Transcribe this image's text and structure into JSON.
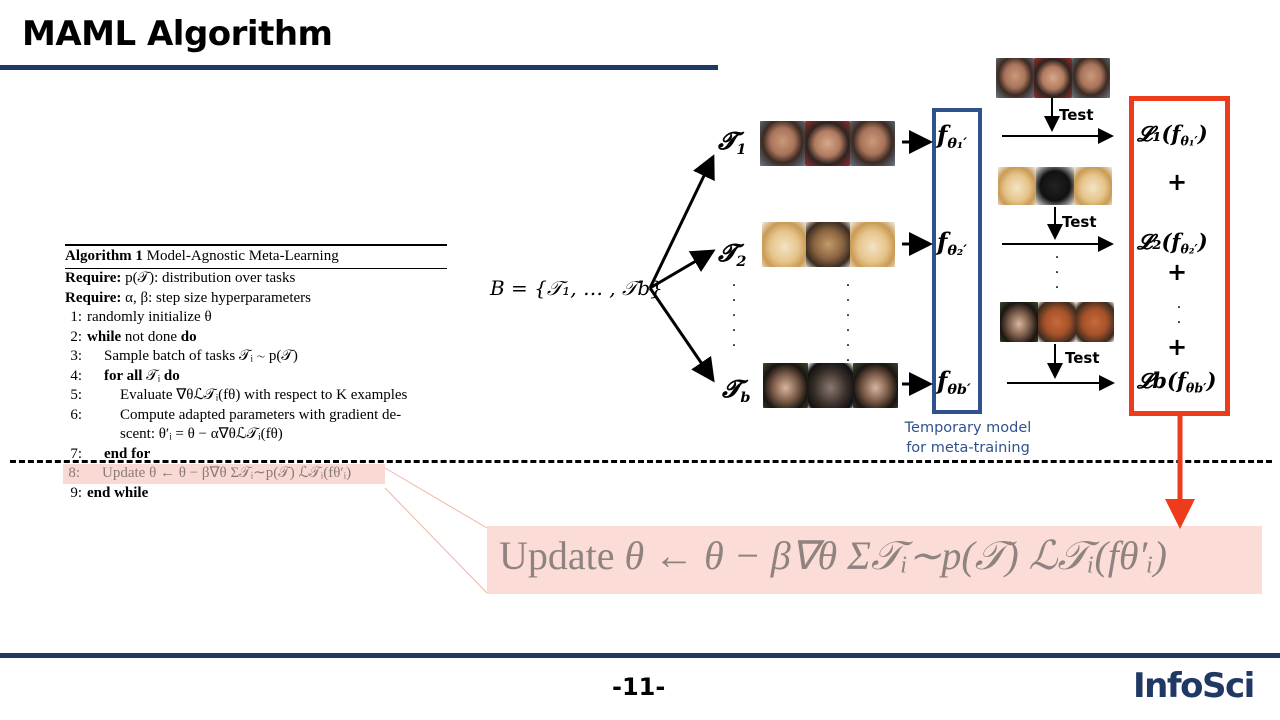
{
  "slide": {
    "title": "MAML Algorithm",
    "page_number": "-11-",
    "logo_text": "InfoSci"
  },
  "algorithm": {
    "header_label": "Algorithm 1",
    "header_name": "Model-Agnostic Meta-Learning",
    "require1_kw": "Require:",
    "require1_text": "p(𝒯): distribution over tasks",
    "require2_kw": "Require:",
    "require2_text": "α, β: step size hyperparameters",
    "lines": [
      {
        "num": "1:",
        "text": "randomly initialize θ"
      },
      {
        "num": "2:",
        "kw": "while",
        "text": "not done",
        "kw2": "do"
      },
      {
        "num": "3:",
        "text": "Sample batch of tasks 𝒯ᵢ ∼ p(𝒯)"
      },
      {
        "num": "4:",
        "kw": "for all",
        "text": "𝒯ᵢ",
        "kw2": "do"
      },
      {
        "num": "5:",
        "text": "Evaluate ∇θℒ𝒯ᵢ(fθ) with respect to K examples"
      },
      {
        "num": "6:",
        "text": "Compute adapted parameters with gradient de-"
      },
      {
        "num": "",
        "text": "scent: θ′ᵢ = θ − α∇θℒ𝒯ᵢ(fθ)"
      },
      {
        "num": "7:",
        "kw": "end for"
      },
      {
        "num": "8:",
        "text": "Update θ ← θ − β∇θ Σ𝒯ᵢ∼p(𝒯) ℒ𝒯ᵢ(fθ′ᵢ)"
      },
      {
        "num": "9:",
        "kw": "end while"
      }
    ]
  },
  "zoomed_update": {
    "word": "Update",
    "formula": "θ ← θ − β∇θ Σ𝒯ᵢ∼p(𝒯) ℒ𝒯ᵢ(fθ′ᵢ)"
  },
  "diagram": {
    "batch": "B = {𝒯₁, … , 𝒯b}",
    "tasks": [
      {
        "label": "𝓣",
        "sub": "1",
        "model": "f",
        "model_sub": "θ₁′",
        "loss": "𝓛₁(f",
        "loss_sub": "θ₁′",
        "loss_end": ")"
      },
      {
        "label": "𝓣",
        "sub": "2",
        "model": "f",
        "model_sub": "θ₂′",
        "loss": "𝓛₂(f",
        "loss_sub": "θ₂′",
        "loss_end": ")"
      },
      {
        "label": "𝓣",
        "sub": "b",
        "model": "f",
        "model_sub": "θb′",
        "loss": "𝓛b(f",
        "loss_sub": "θb′",
        "loss_end": ")"
      }
    ],
    "test_label": "Test",
    "plus": "+",
    "caption_line1": "Temporary model",
    "caption_line2": "for meta-training",
    "colors": {
      "blue_box": "#2f528f",
      "red_box": "#ee3b1c",
      "highlight": "#fbdcd6",
      "rule": "#1f3864"
    }
  }
}
